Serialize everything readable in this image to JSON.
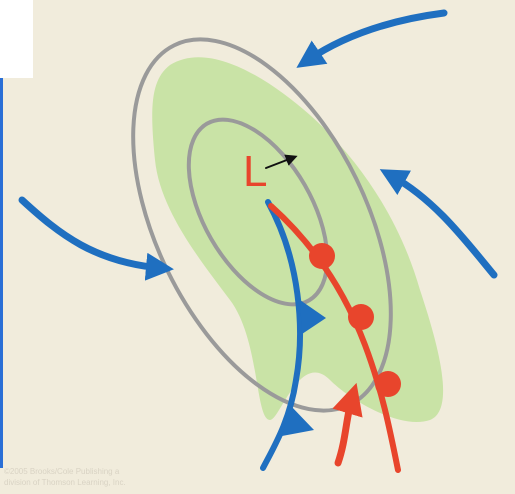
{
  "diagram": {
    "low_symbol": "L",
    "copyright_lines": [
      "©2005 Brooks/Cole Publishing a",
      "division of Thomson Learning, Inc."
    ],
    "icons": {
      "isobar": "gray-closed-ellipse",
      "cold_front": "blue-line-with-triangles",
      "warm_front": "red-line-with-semicircles",
      "wind": "blue-curved-arrow",
      "storm_motion": "black-arrow",
      "precipitation": "green-shaded-region"
    },
    "colors": {
      "background": "#f1ecdc",
      "precipitation": "#c9e3a6",
      "isobar": "#9a9a9a",
      "cold_front": "#1f6fc0",
      "warm_front": "#e8452c",
      "storm_motion": "#111111"
    }
  }
}
